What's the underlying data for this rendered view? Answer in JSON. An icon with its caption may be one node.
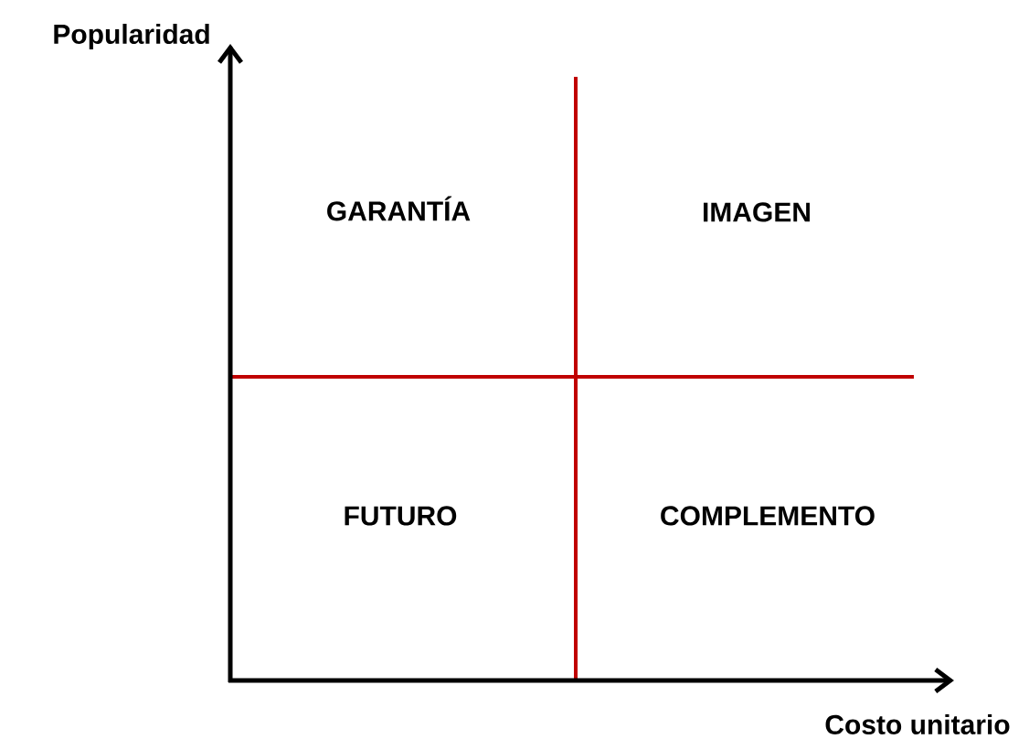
{
  "diagram": {
    "labels": [
      "Popularidad",
      "GARANTÍA",
      "IMAGEN",
      "FUTURO",
      "COMPLEMENTO",
      "Costo unitario"
    ]
  }
}
